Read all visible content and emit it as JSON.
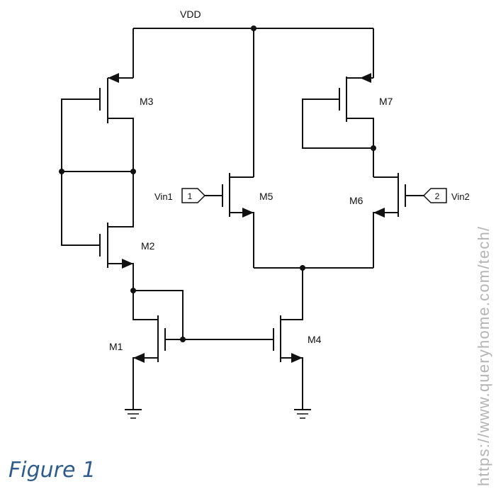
{
  "supply_label": "VDD",
  "transistors": {
    "m1": "M1",
    "m2": "M2",
    "m3": "M3",
    "m4": "M4",
    "m5": "M5",
    "m6": "M6",
    "m7": "M7"
  },
  "inputs": {
    "vin1": {
      "label": "Vin1",
      "port": "1"
    },
    "vin2": {
      "label": "Vin2",
      "port": "2"
    }
  },
  "caption": "Figure 1",
  "watermark": "https://www.queryhome.com/tech/"
}
